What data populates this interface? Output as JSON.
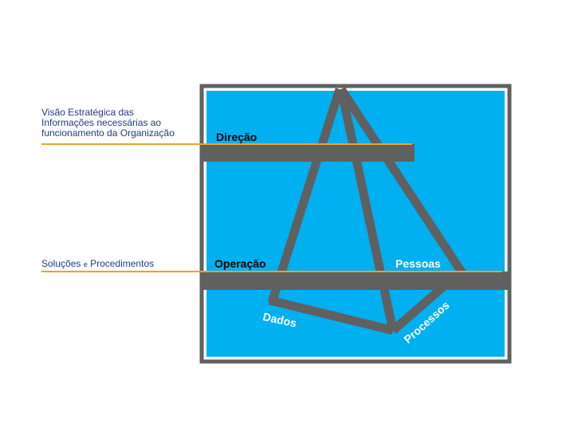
{
  "annotations": {
    "strategic_lines": [
      "Visão Estratégica das",
      "Informações necessárias ao",
      "funcionamento da Organização"
    ],
    "solutions": {
      "main": "Soluções",
      "connector": "e",
      "rest": "Procedimentos"
    }
  },
  "labels": {
    "direction": "Direção",
    "operation": "Operação",
    "people": "Pessoas",
    "data": "Dados",
    "processes": "Processos"
  },
  "colors": {
    "panel_fill": "#00b0f0",
    "frame": "#606060",
    "bars": "#606060",
    "orange_line": "#f0a030",
    "annotation_text": "#1f3a8a"
  }
}
